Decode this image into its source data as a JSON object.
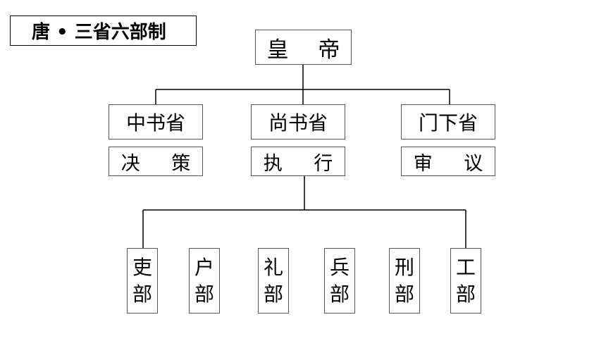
{
  "title": "唐 • 三省六部制",
  "emperor": "皇 帝",
  "departments": [
    {
      "name": "中书省",
      "role": "决 策"
    },
    {
      "name": "尚书省",
      "role": "执 行"
    },
    {
      "name": "门下省",
      "role": "审 议"
    }
  ],
  "ministries": [
    {
      "char1": "吏",
      "char2": "部"
    },
    {
      "char1": "户",
      "char2": "部"
    },
    {
      "char1": "礼",
      "char2": "部"
    },
    {
      "char1": "兵",
      "char2": "部"
    },
    {
      "char1": "刑",
      "char2": "部"
    },
    {
      "char1": "工",
      "char2": "部"
    }
  ],
  "colors": {
    "line": "#000000",
    "box_border": "#555555"
  }
}
